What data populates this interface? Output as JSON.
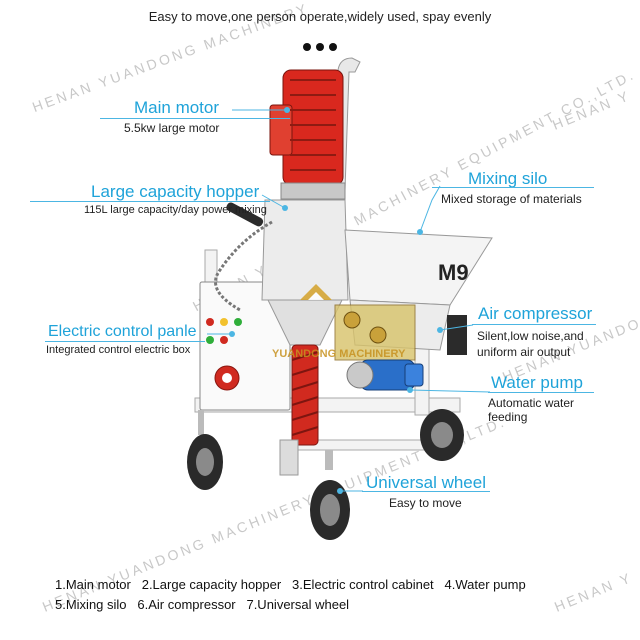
{
  "tagline": "Easy to move,one person operate,widely used, spay evenly",
  "machine_model": "M9",
  "logo_text": "YUANDONG MACHINERY",
  "watermarks": {
    "top_left": "HENAN YUANDONG MACHINERY",
    "diagonal": "HENAN YUANDONG MACHINERY EQUIPMENT CO.,LTD.",
    "lower_diagonal": "HENAN YUANDONG MACHINERY EQUIPMENT CO.,LTD.",
    "right_upper": "HENAN Y",
    "right_mid": "HENAN YUANDONG",
    "right_lower": "HENAN Y"
  },
  "callouts": {
    "main_motor": {
      "title": "Main motor",
      "desc": "5.5kw large motor"
    },
    "hopper": {
      "title": "Large capacity hopper",
      "desc": "115L large capacity/day power mixing"
    },
    "mixing_silo": {
      "title": "Mixing silo",
      "desc": "Mixed storage of materials"
    },
    "electric_control": {
      "title": "Electric control panle",
      "desc": "Integrated control electric box"
    },
    "air_compressor": {
      "title": "Air compressor",
      "desc_1": "Silent,low noise,and",
      "desc_2": "uniform air output"
    },
    "water_pump": {
      "title": "Water pump",
      "desc_1": "Automatic water",
      "desc_2": "feeding"
    },
    "universal_wheel": {
      "title": "Universal wheel",
      "desc": "Easy to move"
    }
  },
  "legend": {
    "row1": [
      "1.Main motor",
      "2.Large capacity hopper",
      "3.Electric control cabinet",
      "4.Water pump"
    ],
    "row2": [
      "5.Mixing silo",
      "6.Air compressor",
      "7.Universal wheel"
    ]
  },
  "colors": {
    "accent": "#1fa3d9",
    "motor": "#d9281e",
    "frame": "#f2f2f2",
    "hopper": "#eeeeee",
    "tire": "#2a2a2a"
  }
}
